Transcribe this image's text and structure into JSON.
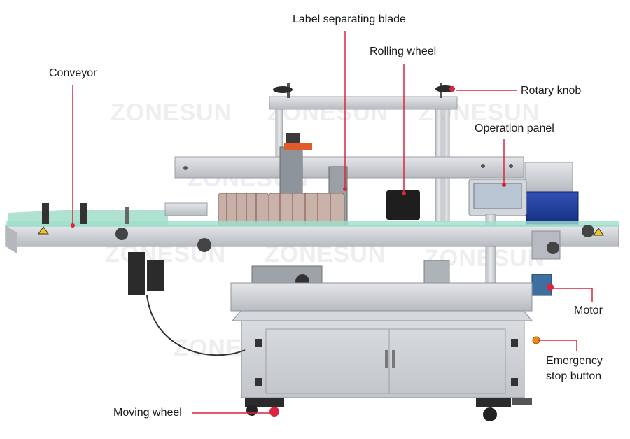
{
  "labels": {
    "label_separating_blade": "Label separating blade",
    "rolling_wheel": "Rolling wheel",
    "rotary_knob": "Rotary knob",
    "operation_panel": "Operation panel",
    "conveyor": "Conveyor",
    "motor": "Motor",
    "emergency_line1": "Emergency",
    "emergency_line2": "stop button",
    "moving_wheel": "Moving wheel"
  },
  "watermark": "ZONESUN",
  "colors": {
    "callout_line": "#d7263d",
    "callout_dot": "#d7263d",
    "frame_steel": "#c9ccd0",
    "panel_blue": "#1c3f9e",
    "dark": "#2b2b2b"
  }
}
